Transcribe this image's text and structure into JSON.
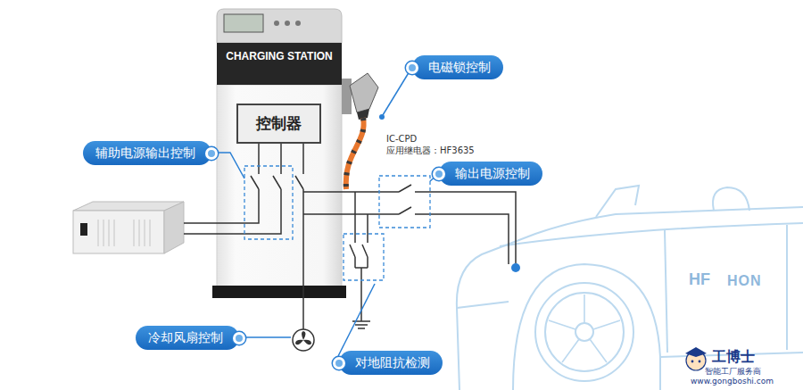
{
  "diagram": {
    "nodes": [
      {
        "text": [
          "电磁锁控制"
        ]
      },
      {
        "text": [
          "控制器"
        ]
      },
      {
        "text": [
          "辅助电源输出控制"
        ]
      },
      {
        "text": [
          "输出电源控制"
        ]
      },
      {
        "text": [
          "冷却风扇控制"
        ]
      },
      {
        "text": [
          "对地阻抗检测"
        ]
      }
    ],
    "labels": [
      "CHARGING STATION",
      "IC-CPD",
      "应用继电器：HF3635",
      "HF",
      "HON",
      "工博士",
      "智能工厂服务商",
      "www.gongboshi.com"
    ]
  }
}
